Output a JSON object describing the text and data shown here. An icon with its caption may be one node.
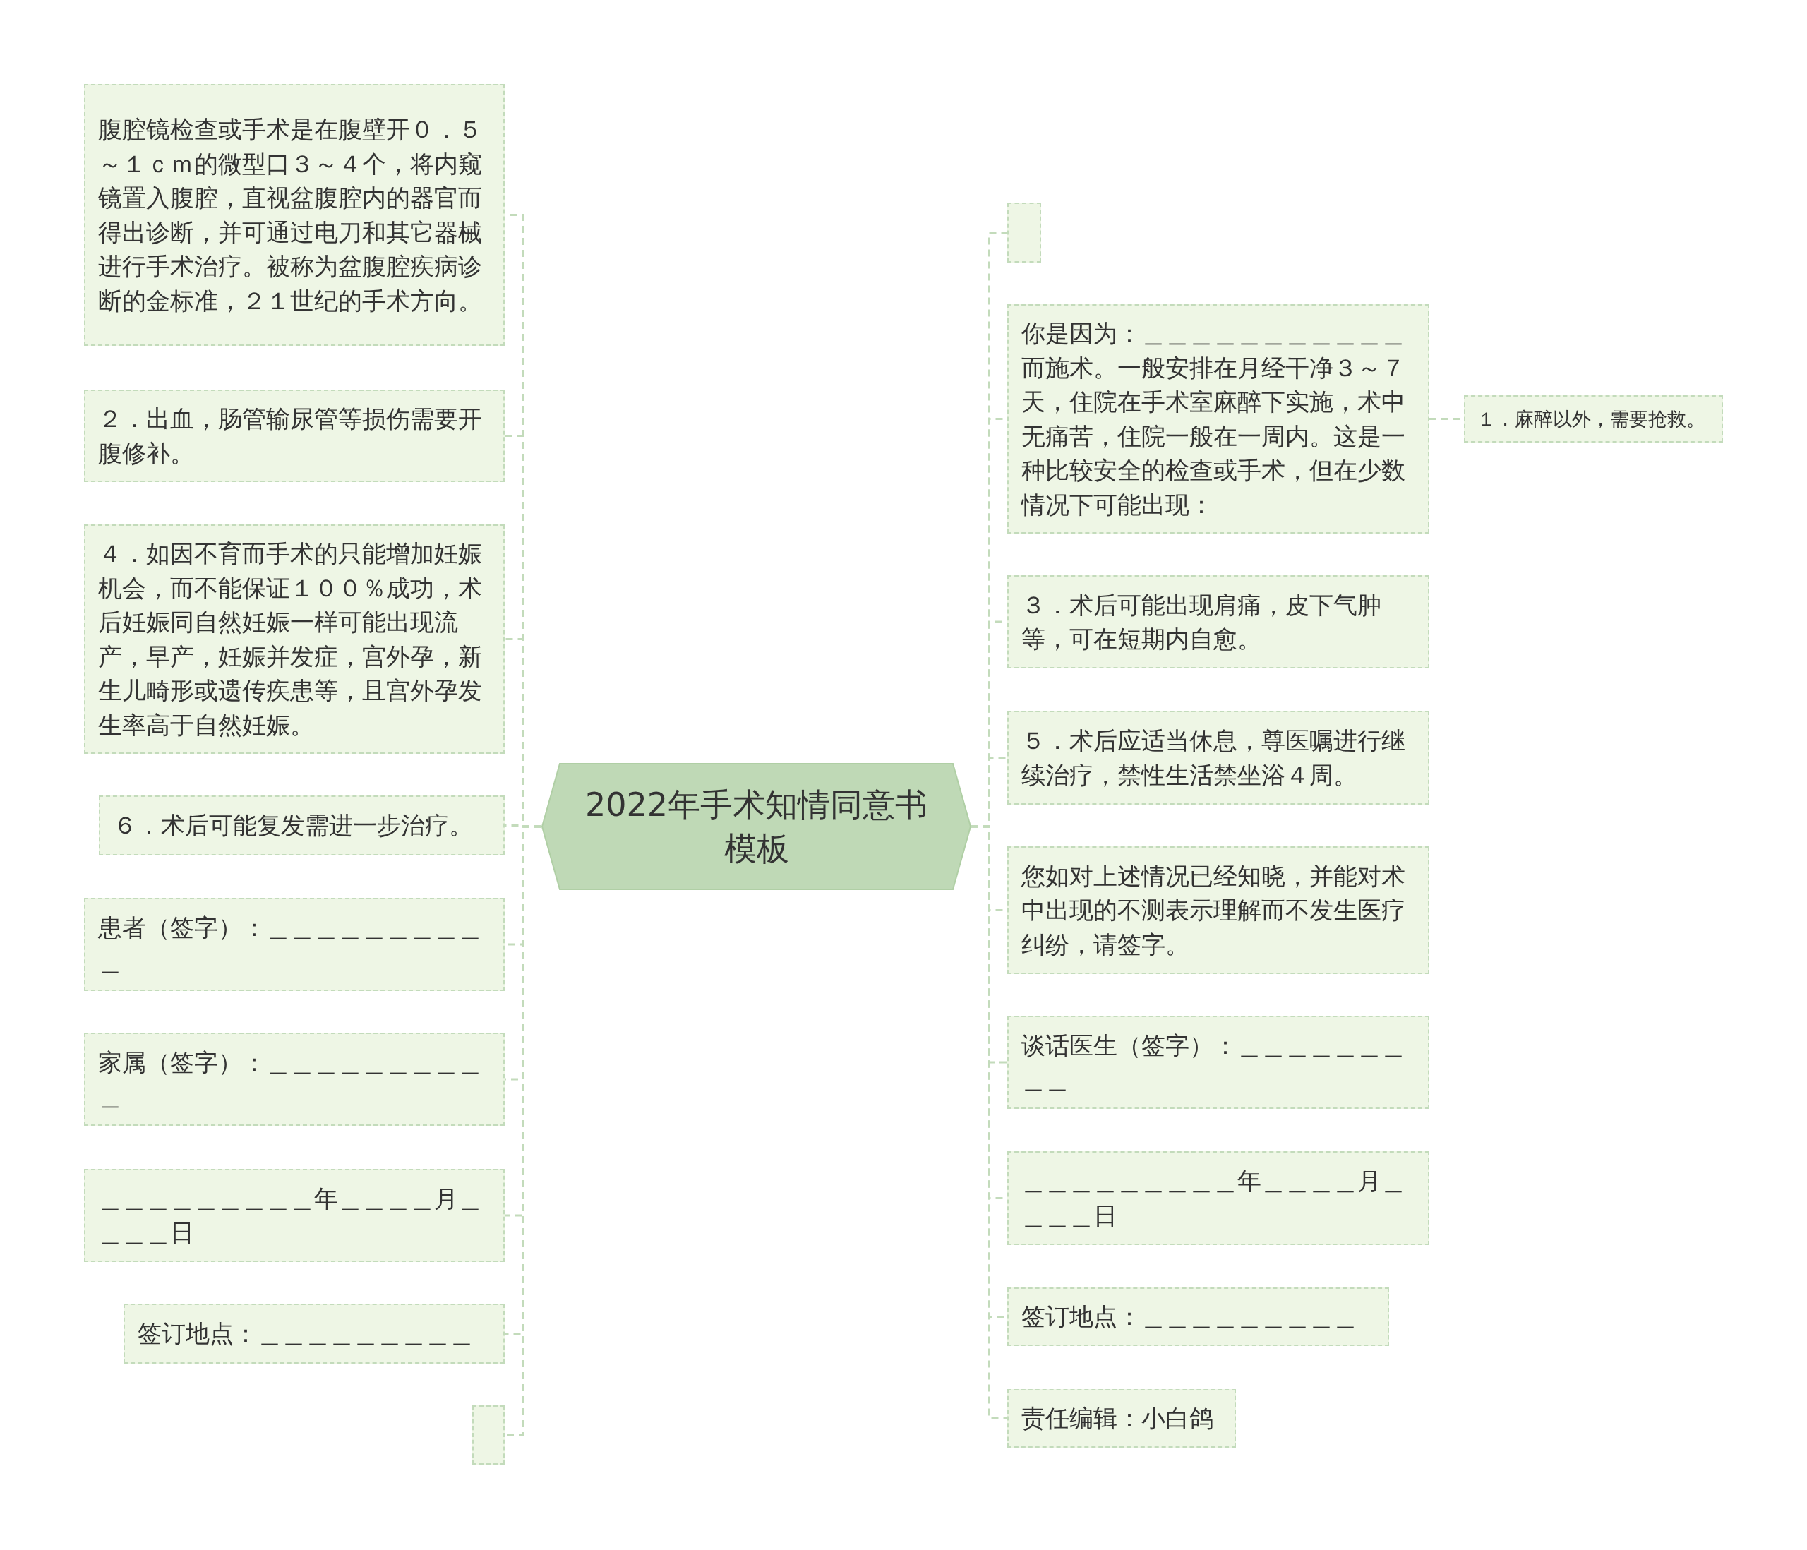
{
  "diagram": {
    "nodes": [
      {
        "text": [
          "2022年手术知情同意书模板"
        ]
      },
      {
        "text": [
          "腹腔镜检查或手术是在腹壁开０．５～１ｃｍ的微型口３～４个，将内窥镜置入腹腔，直视盆腹腔内的器官而得出诊断，并可通过电刀和其它器械进行手术治疗。被称为盆腹腔疾病诊断的金标准，２１世纪的手术方向。"
        ]
      },
      {
        "text": [
          "２．出血，肠管输尿管等损伤需要开腹修补。"
        ]
      },
      {
        "text": [
          "４．如因不育而手术的只能增加妊娠机会，而不能保证１００％成功，术后妊娠同自然妊娠一样可能出现流产，早产，妊娠并发症，宫外孕，新生儿畸形或遗传疾患等，且宫外孕发生率高于自然妊娠。"
        ]
      },
      {
        "text": [
          "６．术后可能复发需进一步治疗。"
        ]
      },
      {
        "text": [
          "患者（签字）：＿＿＿＿＿＿＿＿＿＿"
        ]
      },
      {
        "text": [
          "家属（签字）：＿＿＿＿＿＿＿＿＿＿"
        ]
      },
      {
        "text": [
          "＿＿＿＿＿＿＿＿＿年＿＿＿＿月＿＿＿＿日"
        ]
      },
      {
        "text": [
          "签订地点：＿＿＿＿＿＿＿＿＿"
        ]
      },
      {
        "text": [],
        "shape": "box"
      },
      {
        "text": [],
        "shape": "box"
      },
      {
        "text": [
          "你是因为：＿＿＿＿＿＿＿＿＿＿＿而施术。一般安排在月经干净３～７天，住院在手术室麻醉下实施，术中无痛苦，住院一般在一周内。这是一种比较安全的检查或手术，但在少数情况下可能出现："
        ]
      },
      {
        "text": [
          "１．麻醉以外，需要抢救。"
        ]
      },
      {
        "text": [
          "３．术后可能出现肩痛，皮下气肿等，可在短期内自愈。"
        ]
      },
      {
        "text": [
          "５．术后应适当休息，尊医嘱进行继续治疗，禁性生活禁坐浴４周。"
        ]
      },
      {
        "text": [
          "您如对上述情况已经知晓，并能对术中出现的不测表示理解而不发生医疗纠纷，请签字。"
        ]
      },
      {
        "text": [
          "谈话医生（签字）：＿＿＿＿＿＿＿＿＿"
        ]
      },
      {
        "text": [
          "＿＿＿＿＿＿＿＿＿年＿＿＿＿月＿＿＿＿日"
        ]
      },
      {
        "text": [
          "签订地点：＿＿＿＿＿＿＿＿＿"
        ]
      },
      {
        "text": [
          "责任编辑：小白鸽"
        ]
      }
    ],
    "edges": [
      {
        "from": 0,
        "to": 1,
        "arrow": "none"
      },
      {
        "from": 0,
        "to": 2,
        "arrow": "none"
      },
      {
        "from": 0,
        "to": 3,
        "arrow": "none"
      },
      {
        "from": 0,
        "to": 4,
        "arrow": "none"
      },
      {
        "from": 0,
        "to": 5,
        "arrow": "none"
      },
      {
        "from": 0,
        "to": 6,
        "arrow": "none"
      },
      {
        "from": 0,
        "to": 7,
        "arrow": "none"
      },
      {
        "from": 0,
        "to": 8,
        "arrow": "none"
      },
      {
        "from": 0,
        "to": 9,
        "arrow": "none"
      },
      {
        "from": 0,
        "to": 10,
        "arrow": "none"
      },
      {
        "from": 0,
        "to": 11,
        "arrow": "none"
      },
      {
        "from": 11,
        "to": 12,
        "arrow": "none"
      },
      {
        "from": 0,
        "to": 13,
        "arrow": "none"
      },
      {
        "from": 0,
        "to": 14,
        "arrow": "none"
      },
      {
        "from": 0,
        "to": 15,
        "arrow": "none"
      },
      {
        "from": 0,
        "to": 16,
        "arrow": "none"
      },
      {
        "from": 0,
        "to": 17,
        "arrow": "none"
      },
      {
        "from": 0,
        "to": 18,
        "arrow": "none"
      },
      {
        "from": 0,
        "to": 19,
        "arrow": "none"
      }
    ]
  }
}
